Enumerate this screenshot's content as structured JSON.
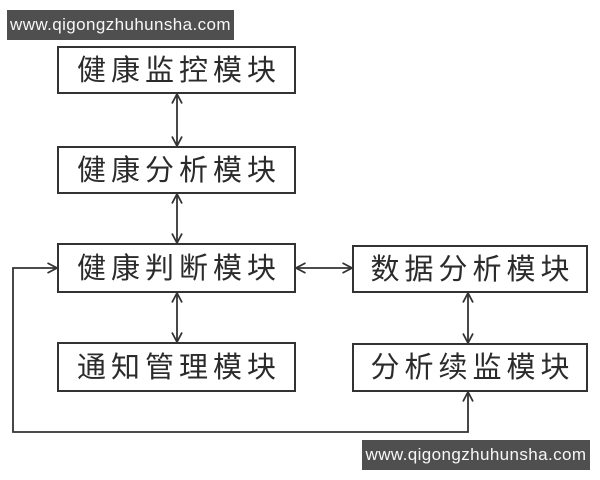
{
  "watermarks": {
    "top": "www.qigongzhuhunsha.com",
    "bottom": "www.qigongzhuhunsha.com"
  },
  "diagram": {
    "nodes": [
      {
        "id": "health-monitoring",
        "label": "健康监控模块"
      },
      {
        "id": "health-analysis",
        "label": "健康分析模块"
      },
      {
        "id": "health-judgment",
        "label": "健康判断模块"
      },
      {
        "id": "data-analysis",
        "label": "数据分析模块"
      },
      {
        "id": "notification-management",
        "label": "通知管理模块"
      },
      {
        "id": "analysis-continued-monitoring",
        "label": "分析续监模块"
      }
    ],
    "connections": [
      {
        "from": "health-monitoring",
        "to": "health-analysis",
        "style": "double-arrow-vertical"
      },
      {
        "from": "health-analysis",
        "to": "health-judgment",
        "style": "double-arrow-vertical"
      },
      {
        "from": "health-judgment",
        "to": "data-analysis",
        "style": "double-arrow-horizontal"
      },
      {
        "from": "health-judgment",
        "to": "notification-management",
        "style": "double-arrow-vertical"
      },
      {
        "from": "data-analysis",
        "to": "analysis-continued-monitoring",
        "style": "double-arrow-vertical"
      },
      {
        "from": "health-judgment",
        "to": "analysis-continued-monitoring",
        "style": "double-arrow-routed-bottom-left"
      }
    ],
    "colors": {
      "line": "#333333",
      "box_border": "#333333",
      "box_text": "#2b2b2b",
      "watermark_bg": "#4f4f4f",
      "watermark_text": "#f7f7f7",
      "background": "#ffffff"
    }
  }
}
